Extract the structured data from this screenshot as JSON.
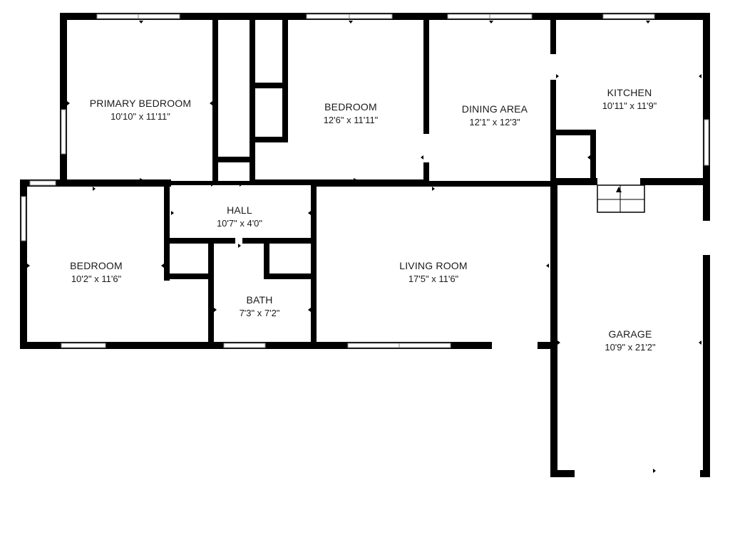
{
  "rooms": {
    "primary_bedroom": {
      "name": "PRIMARY BEDROOM",
      "dims": "10'10\" x 11'11\""
    },
    "bedroom_top": {
      "name": "BEDROOM",
      "dims": "12'6\" x 11'11\""
    },
    "dining_area": {
      "name": "DINING AREA",
      "dims": "12'1\" x 12'3\""
    },
    "kitchen": {
      "name": "KITCHEN",
      "dims": "10'11\" x 11'9\""
    },
    "hall": {
      "name": "HALL",
      "dims": "10'7\" x 4'0\""
    },
    "bedroom_left": {
      "name": "BEDROOM",
      "dims": "10'2\" x 11'6\""
    },
    "bath": {
      "name": "BATH",
      "dims": "7'3\" x 7'2\""
    },
    "living_room": {
      "name": "LIVING ROOM",
      "dims": "17'5\" x 11'6\""
    },
    "garage": {
      "name": "GARAGE",
      "dims": "10'9\" x 21'2\""
    }
  },
  "colors": {
    "wall": "#000000",
    "window": "#8a8a8a",
    "background": "#ffffff"
  }
}
